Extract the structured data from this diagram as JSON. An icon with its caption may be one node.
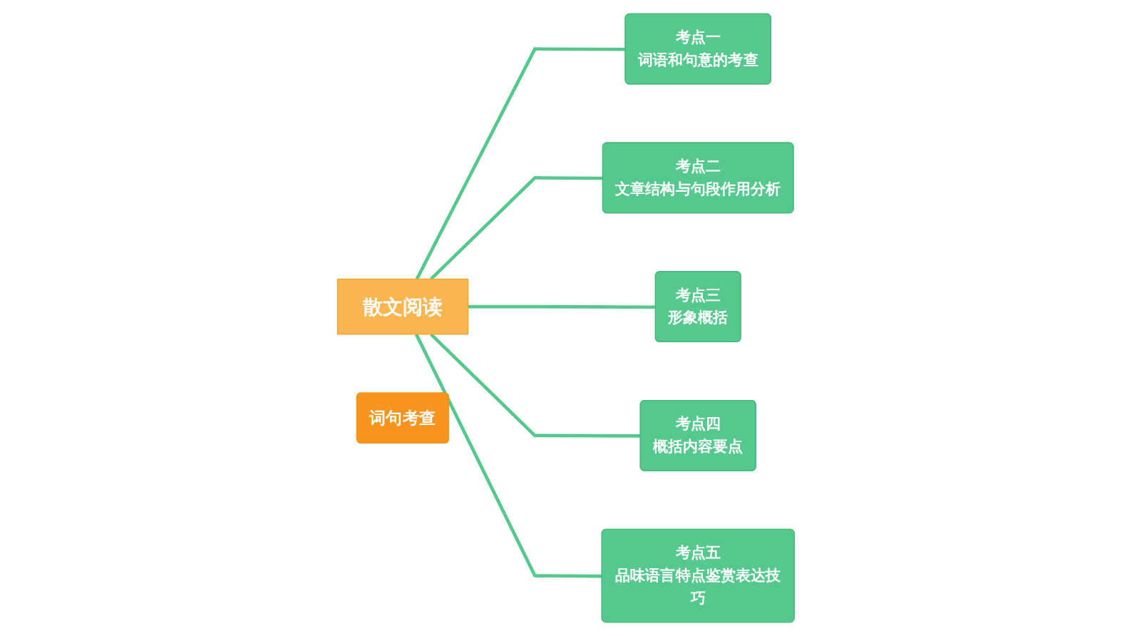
{
  "diagram": {
    "nodes": [
      {
        "text": [
          "词句考查"
        ]
      },
      {
        "text": [
          "散文阅读"
        ]
      },
      {
        "text": [
          "考点一",
          "词语和句意的考查"
        ]
      },
      {
        "text": [
          "考点二",
          "文章结构与句段作用分析"
        ]
      },
      {
        "text": [
          "考点三",
          "形象概括"
        ]
      },
      {
        "text": [
          "考点四",
          "概括内容要点"
        ]
      },
      {
        "text": [
          "考点五",
          "品味语言特点鉴赏表达技巧"
        ]
      }
    ],
    "edges": [
      {
        "from": 1,
        "to": 2,
        "arrow": "none"
      },
      {
        "from": 1,
        "to": 3,
        "arrow": "none"
      },
      {
        "from": 1,
        "to": 4,
        "arrow": "none"
      },
      {
        "from": 1,
        "to": 5,
        "arrow": "none"
      },
      {
        "from": 1,
        "to": 6,
        "arrow": "none"
      }
    ]
  }
}
